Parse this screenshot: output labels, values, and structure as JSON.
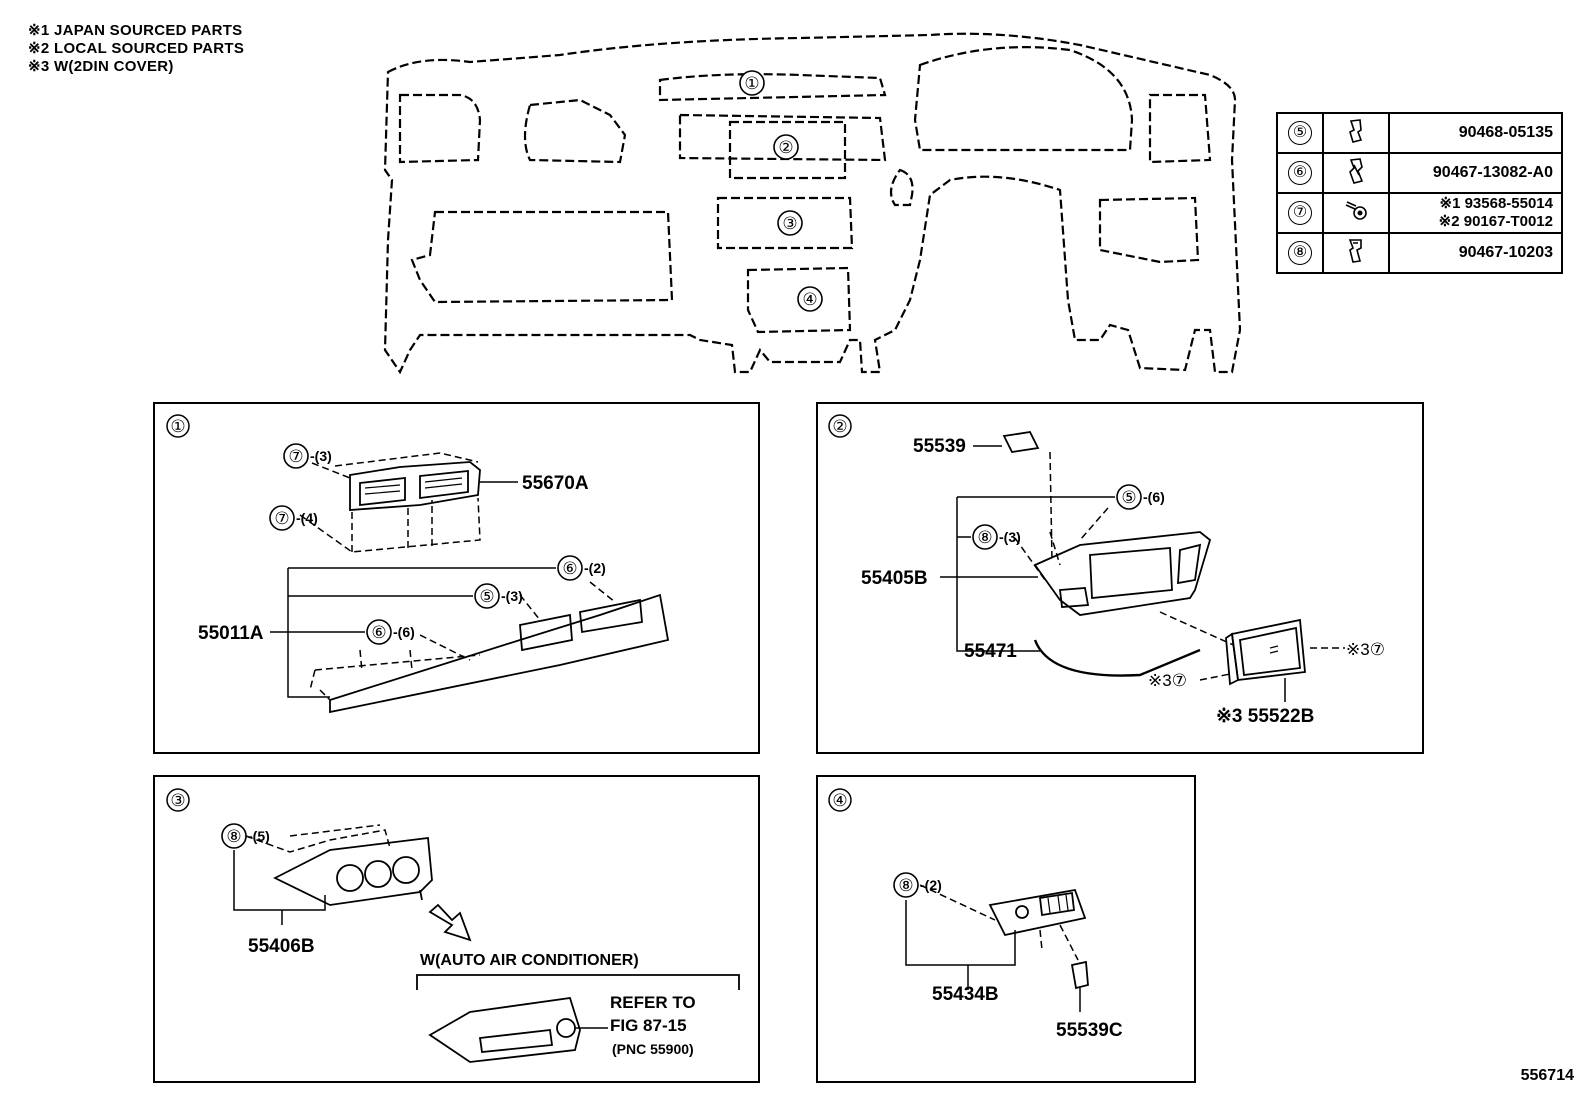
{
  "notes": [
    "※1 JAPAN SOURCED PARTS",
    "※2 LOCAL SOURCED PARTS",
    "※3 W(2DIN COVER)"
  ],
  "overview": {
    "zones": [
      "①",
      "②",
      "③",
      "④"
    ]
  },
  "parts_table": [
    {
      "ref": "⑤",
      "icon": "clip-icon",
      "part_no": "90468-05135"
    },
    {
      "ref": "⑥",
      "icon": "clip-icon",
      "part_no": "90467-13082-A0"
    },
    {
      "ref": "⑦",
      "icon": "screw-icon",
      "part_no_1": "※1 93568-55014",
      "part_no_2": "※2 90167-T0012"
    },
    {
      "ref": "⑧",
      "icon": "clip-icon",
      "part_no": "90467-10203"
    }
  ],
  "panel1": {
    "ref": "①",
    "callouts": {
      "c7a": "⑦",
      "c7a_qty": "-(3)",
      "c7b": "⑦",
      "c7b_qty": "-(4)",
      "c6a": "⑥",
      "c6a_qty": "-(2)",
      "c5": "⑤",
      "c5_qty": "-(3)",
      "c6b": "⑥",
      "c6b_qty": "-(6)"
    },
    "parts": {
      "p1": "55670A",
      "p2": "55011A"
    }
  },
  "panel2": {
    "ref": "②",
    "callouts": {
      "c5": "⑤",
      "c5_qty": "-(6)",
      "c8": "⑧",
      "c8_qty": "-(3)",
      "c7a": "※3⑦",
      "c7b": "※3⑦"
    },
    "parts": {
      "p1": "55539",
      "p2": "55405B",
      "p3": "55471",
      "p4": "※3 55522B"
    }
  },
  "panel3": {
    "ref": "③",
    "callouts": {
      "c8": "⑧",
      "c8_qty": "-(5)"
    },
    "parts": {
      "p1": "55406B"
    },
    "option_label": "W(AUTO AIR CONDITIONER)",
    "refer": [
      "REFER TO",
      "FIG 87-15",
      "(PNC 55900)"
    ]
  },
  "panel4": {
    "ref": "④",
    "callouts": {
      "c8": "⑧",
      "c8_qty": "-(2)"
    },
    "parts": {
      "p1": "55434B",
      "p2": "55539C"
    }
  },
  "figure_id": "556714"
}
